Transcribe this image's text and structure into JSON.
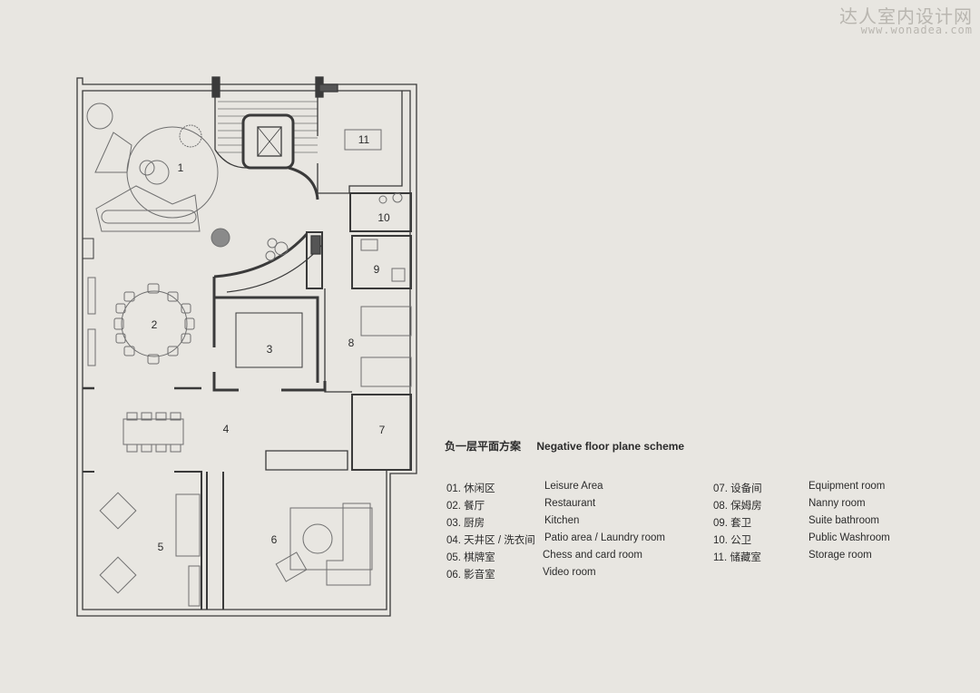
{
  "watermark": {
    "cn": "达人室内设计网",
    "url": "www.wonadea.com"
  },
  "title": {
    "cn": "负一层平面方案",
    "en": "Negative floor plane scheme"
  },
  "room_labels": [
    "1",
    "2",
    "3",
    "4",
    "5",
    "6",
    "7",
    "8",
    "9",
    "10",
    "11"
  ],
  "legend": [
    {
      "num_cn": "01. 休闲区",
      "en": "Leisure Area"
    },
    {
      "num_cn": "02. 餐厅",
      "en": "Restaurant"
    },
    {
      "num_cn": "03. 厨房",
      "en": "Kitchen"
    },
    {
      "num_cn": "04. 天井区 / 洗衣间",
      "en": "Patio area / Laundry room"
    },
    {
      "num_cn": "05. 棋牌室",
      "en": "Chess and card room"
    },
    {
      "num_cn": "06. 影音室",
      "en": "Video room"
    },
    {
      "num_cn": "07. 设备间",
      "en": "Equipment room"
    },
    {
      "num_cn": "08. 保姆房",
      "en": "Nanny room"
    },
    {
      "num_cn": "09. 套卫",
      "en": "Suite bathroom"
    },
    {
      "num_cn": "10. 公卫",
      "en": "Public Washroom"
    },
    {
      "num_cn": "11. 储藏室",
      "en": "Storage room"
    }
  ],
  "colors": {
    "background": "#e8e6e1",
    "wall": "#3a3a3a",
    "furniture": "#6f6f6f",
    "watermark": "#b9b6b0"
  }
}
